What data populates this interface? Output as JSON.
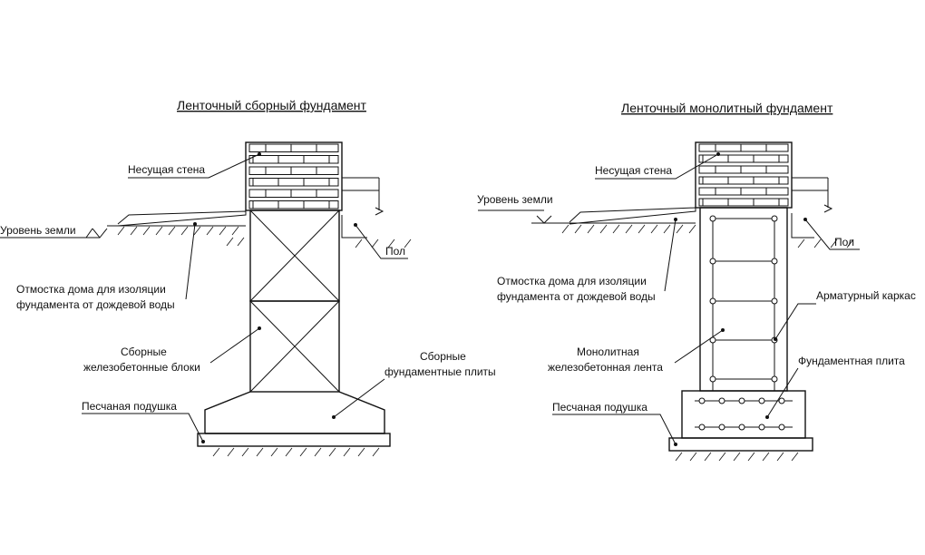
{
  "left": {
    "title": "Ленточный сборный фундамент",
    "bearing_wall": "Несущая стена",
    "ground_level": "Уровень земли",
    "floor": "Пол",
    "blind_area_1": "Отмостка дома для изоляции",
    "blind_area_2": "фундамента от дождевой воды",
    "precast_blocks_1": "Сборные",
    "precast_blocks_2": "железобетонные блоки",
    "precast_slabs_1": "Сборные",
    "precast_slabs_2": "фундаментные плиты",
    "sand_cushion": "Песчаная подушка"
  },
  "right": {
    "title": "Ленточный монолитный фундамент",
    "bearing_wall": "Несущая стена",
    "ground_level": "Уровень земли",
    "floor": "Пол",
    "blind_area_1": "Отмостка дома для изоляции",
    "blind_area_2": "фундамента от дождевой воды",
    "rebar_cage": "Арматурный каркас",
    "monolithic_strip_1": "Монолитная",
    "monolithic_strip_2": "железобетонная лента",
    "foundation_slab": "Фундаментная плита",
    "sand_cushion": "Песчаная подушка"
  }
}
